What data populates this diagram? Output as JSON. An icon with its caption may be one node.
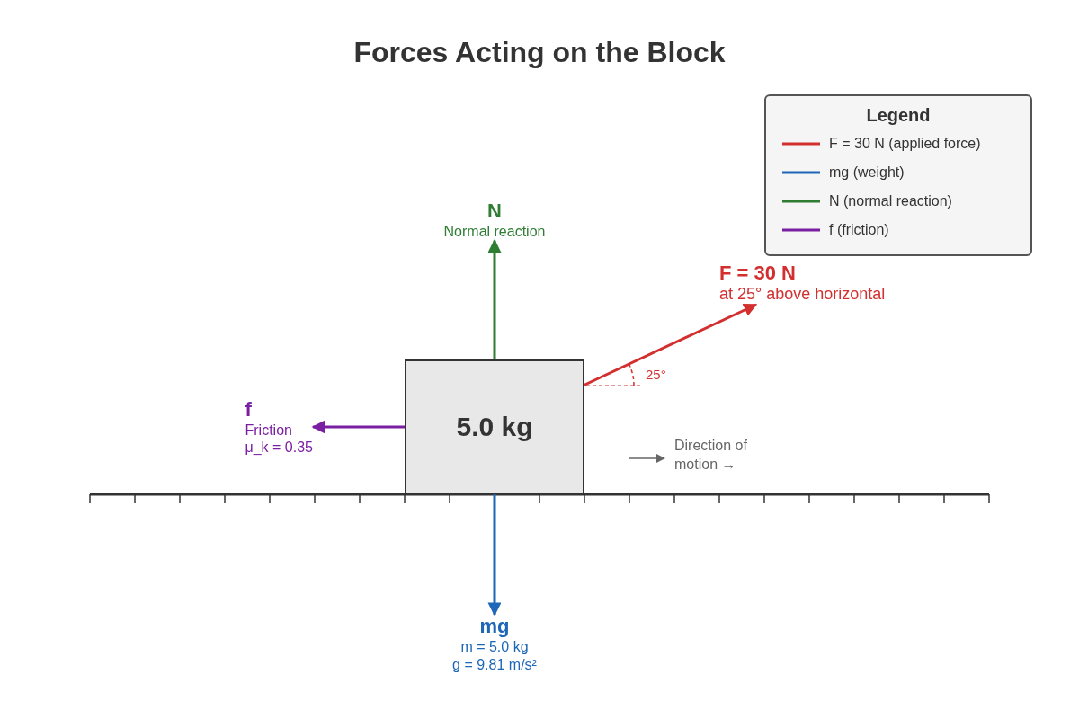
{
  "diagram": {
    "title": "Forces Acting on the Block",
    "nodes": [
      {
        "text": [
          "5.0 kg"
        ]
      },
      {
        "text": [
          "N",
          "Normal reaction"
        ]
      },
      {
        "text": [
          "F = 30 N",
          "at 25° above horizontal"
        ]
      },
      {
        "text": [
          "f",
          "Friction",
          "μ_k = 0.35"
        ]
      },
      {
        "text": [
          "mg",
          "m = 5.0 kg",
          "g = 9.81 m/s²"
        ]
      }
    ],
    "edges": [
      {
        "from": 0,
        "to": 1,
        "arrow": "to",
        "color": "#2e7d32"
      },
      {
        "from": 0,
        "to": 2,
        "arrow": "to",
        "color": "#d32f2f"
      },
      {
        "from": 0,
        "to": 3,
        "arrow": "to",
        "color": "#7b1fa2"
      },
      {
        "from": 0,
        "to": 4,
        "arrow": "to",
        "color": "#1e66b8"
      }
    ],
    "labels": [
      "Legend",
      "25°",
      "Direction of motion →"
    ],
    "legend": [
      {
        "text": "F = 30 N (applied force)",
        "color": "#d32f2f"
      },
      {
        "text": "mg (weight)",
        "color": "#1e66b8"
      },
      {
        "text": "N (normal reaction)",
        "color": "#2e7d32"
      },
      {
        "text": "f (friction)",
        "color": "#7b1fa2"
      }
    ]
  }
}
